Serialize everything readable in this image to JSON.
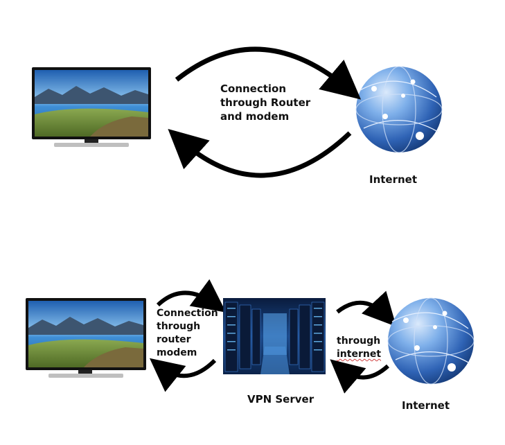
{
  "diagram": {
    "top": {
      "connection_label": [
        "Connection",
        "through Router",
        "and modem"
      ],
      "internet_label": "Internet"
    },
    "bottom": {
      "connection_label": [
        "Connection",
        "through",
        "router",
        "modem"
      ],
      "vpn_label": "VPN Server",
      "through_label": [
        "through",
        "internet"
      ],
      "internet_label": "Internet"
    },
    "colors": {
      "arrow": "#000000",
      "tv_frame": "#111111",
      "sky": "#2f7fd0",
      "water": "#2a74b8",
      "land": "#6a8a3a",
      "globe": "#3b78c8",
      "server_bg": "#0d2a55"
    },
    "icons": [
      "tv-icon",
      "globe-icon",
      "server-room-image"
    ]
  }
}
